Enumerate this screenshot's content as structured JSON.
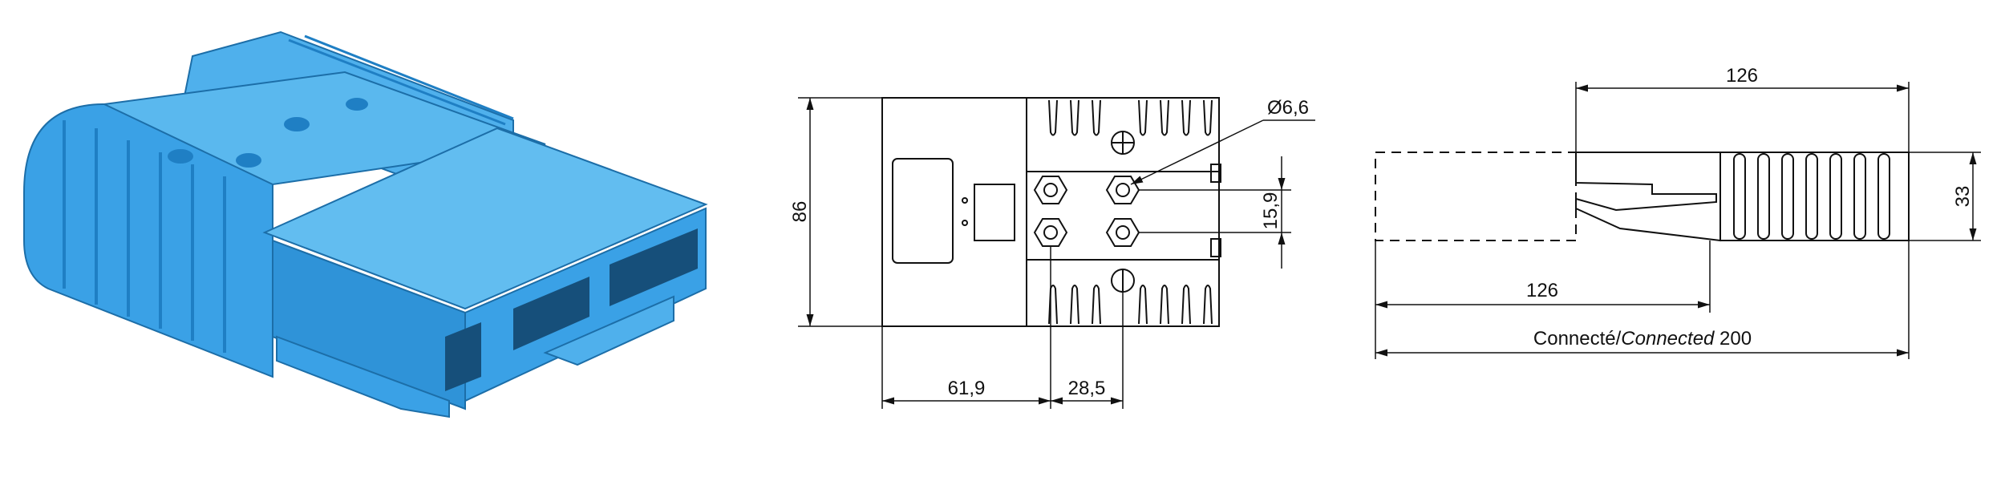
{
  "colors": {
    "connector_body": "#3aa1e6",
    "connector_shade": "#1f7fc4",
    "connector_light": "#6cc0f2",
    "line": "#111111"
  },
  "render_view": {
    "name": "connector-3d-render"
  },
  "front_view": {
    "height_label": "86",
    "hole_diameter_label": "Ø6,6",
    "pitch_label": "15,9",
    "left_width_label": "61,9",
    "right_width_label": "28,5"
  },
  "side_view": {
    "top_length_label": "126",
    "height_label": "33",
    "bottom_length_label": "126",
    "connected_label_prefix": "Connecté/",
    "connected_label_italic": "Connected",
    "connected_label_value": " 200"
  }
}
